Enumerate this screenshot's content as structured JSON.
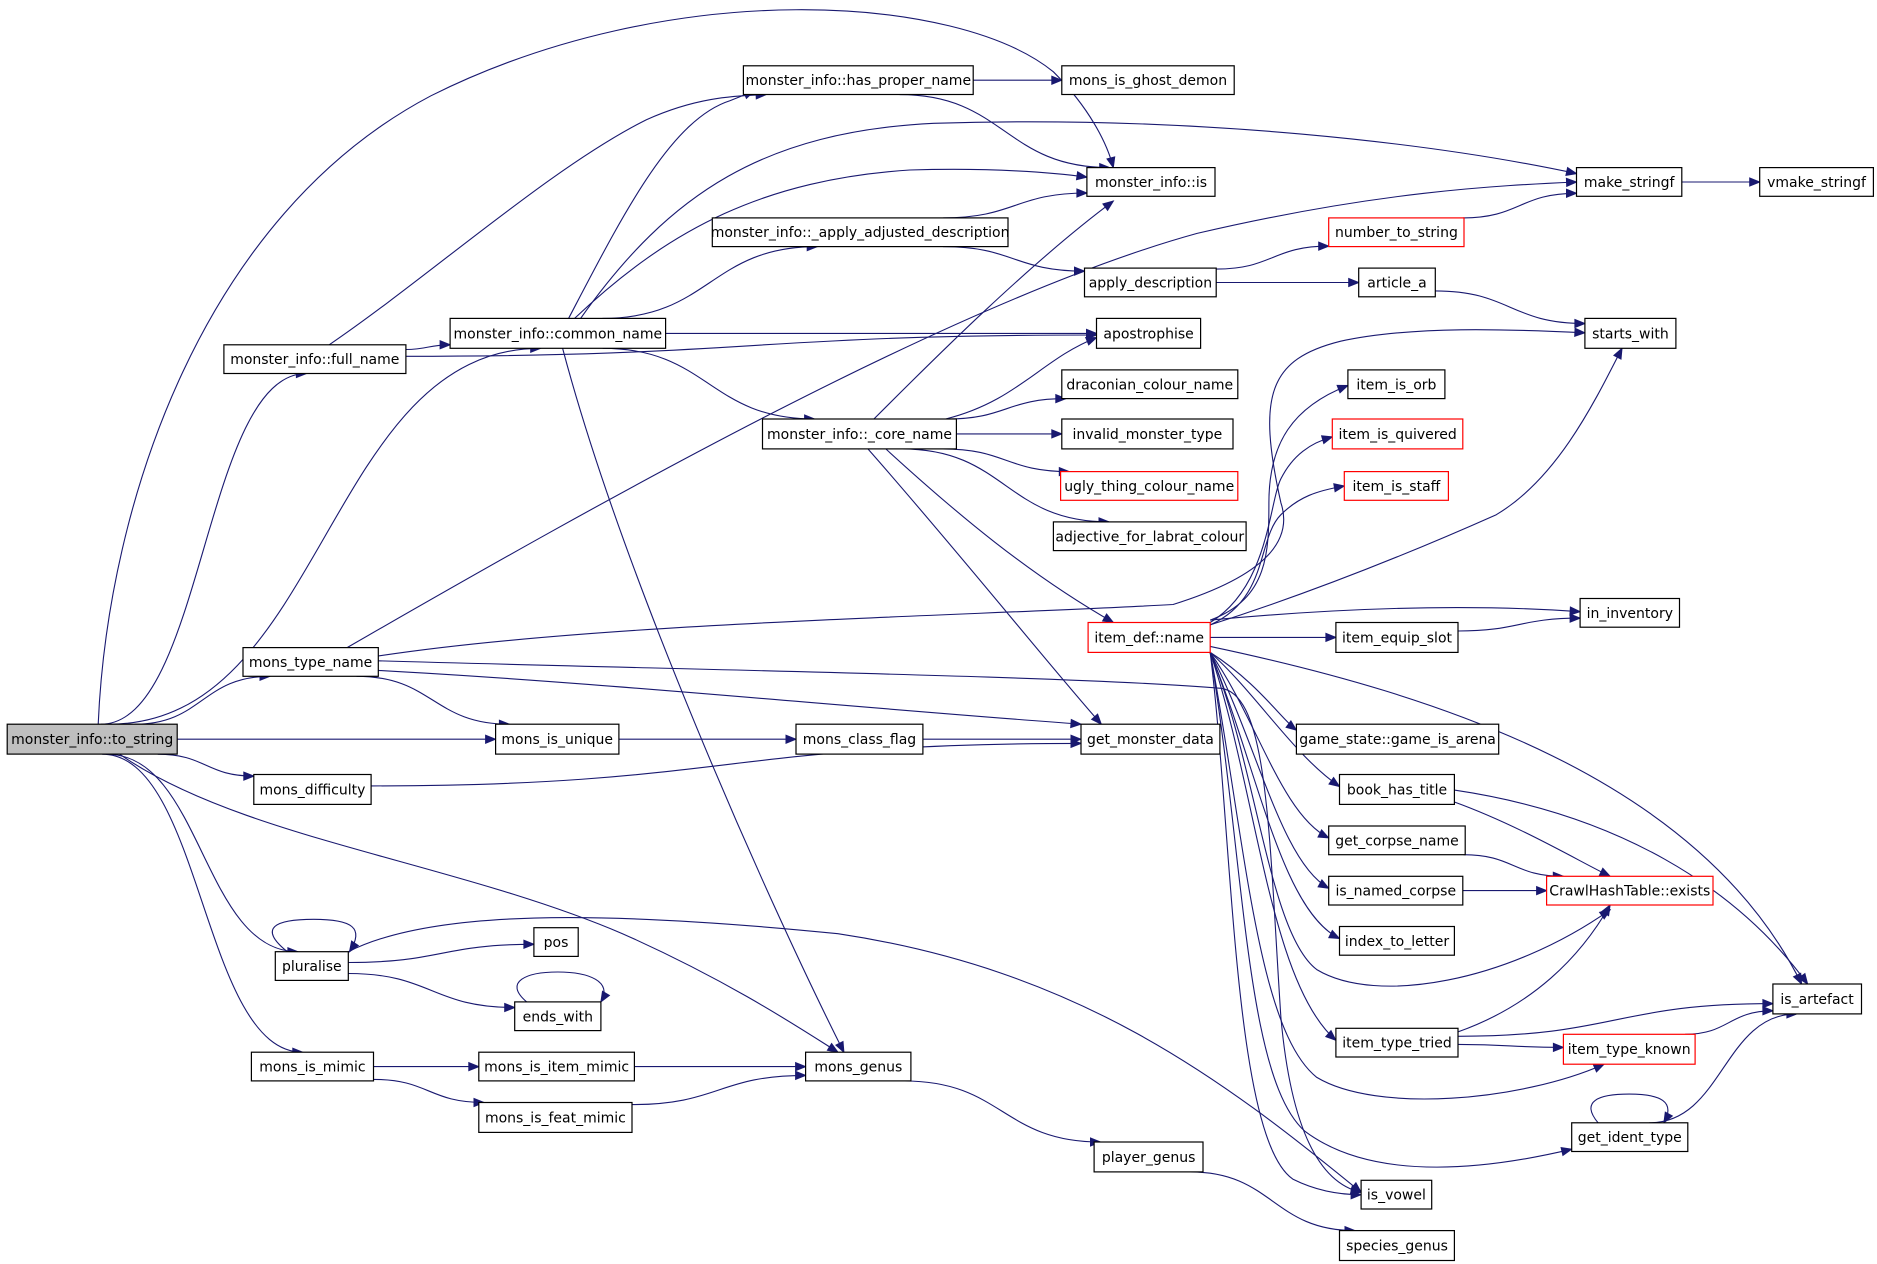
{
  "colors": {
    "edge": "#191970",
    "box_border": "#000000",
    "linked_border": "#ff0000",
    "root_fill": "#bfbfbf",
    "box_fill": "#ffffff",
    "text": "#000000"
  },
  "nodes": {
    "to_string": {
      "label": "monster_info::to_string",
      "style": "root"
    },
    "full_name": {
      "label": "monster_info::full_name",
      "style": "plain"
    },
    "common_name": {
      "label": "monster_info::common_name",
      "style": "plain"
    },
    "has_proper_name": {
      "label": "monster_info::has_proper_name",
      "style": "plain"
    },
    "ghost_demon": {
      "label": "mons_is_ghost_demon",
      "style": "plain"
    },
    "mi_is": {
      "label": "monster_info::is",
      "style": "plain"
    },
    "apply_adj": {
      "label": "monster_info::_apply_adjusted_description",
      "style": "plain"
    },
    "apply_desc": {
      "label": "apply_description",
      "style": "plain"
    },
    "number_to_string": {
      "label": "number_to_string",
      "style": "red"
    },
    "make_stringf": {
      "label": "make_stringf",
      "style": "plain"
    },
    "vmake_stringf": {
      "label": "vmake_stringf",
      "style": "plain"
    },
    "article_a": {
      "label": "article_a",
      "style": "plain"
    },
    "starts_with": {
      "label": "starts_with",
      "style": "plain"
    },
    "apostrophise": {
      "label": "apostrophise",
      "style": "plain"
    },
    "core_name": {
      "label": "monster_info::_core_name",
      "style": "plain"
    },
    "draconian": {
      "label": "draconian_colour_name",
      "style": "plain"
    },
    "invalid_type": {
      "label": "invalid_monster_type",
      "style": "plain"
    },
    "ugly_thing": {
      "label": "ugly_thing_colour_name",
      "style": "red"
    },
    "labrat": {
      "label": "adjective_for_labrat_colour",
      "style": "plain"
    },
    "item_name": {
      "label": "item_def::name",
      "style": "red"
    },
    "item_is_orb": {
      "label": "item_is_orb",
      "style": "plain"
    },
    "item_is_quivered": {
      "label": "item_is_quivered",
      "style": "red"
    },
    "item_is_staff": {
      "label": "item_is_staff",
      "style": "red"
    },
    "in_inventory": {
      "label": "in_inventory",
      "style": "plain"
    },
    "item_equip_slot": {
      "label": "item_equip_slot",
      "style": "plain"
    },
    "game_is_arena": {
      "label": "game_state::game_is_arena",
      "style": "plain"
    },
    "book_has_title": {
      "label": "book_has_title",
      "style": "plain"
    },
    "get_corpse_name": {
      "label": "get_corpse_name",
      "style": "plain"
    },
    "is_named_corpse": {
      "label": "is_named_corpse",
      "style": "plain"
    },
    "hash_exists": {
      "label": "CrawlHashTable::exists",
      "style": "red"
    },
    "index_to_letter": {
      "label": "index_to_letter",
      "style": "plain"
    },
    "is_artefact": {
      "label": "is_artefact",
      "style": "plain"
    },
    "item_type_tried": {
      "label": "item_type_tried",
      "style": "plain"
    },
    "item_type_known": {
      "label": "item_type_known",
      "style": "red"
    },
    "get_ident_type": {
      "label": "get_ident_type",
      "style": "plain"
    },
    "is_vowel": {
      "label": "is_vowel",
      "style": "plain"
    },
    "species_genus": {
      "label": "species_genus",
      "style": "plain"
    },
    "player_genus": {
      "label": "player_genus",
      "style": "plain"
    },
    "mons_type_name": {
      "label": "mons_type_name",
      "style": "plain"
    },
    "mons_is_unique": {
      "label": "mons_is_unique",
      "style": "plain"
    },
    "mons_class_flag": {
      "label": "mons_class_flag",
      "style": "plain"
    },
    "get_monster_data": {
      "label": "get_monster_data",
      "style": "plain"
    },
    "mons_difficulty": {
      "label": "mons_difficulty",
      "style": "plain"
    },
    "pluralise": {
      "label": "pluralise",
      "style": "plain"
    },
    "pos": {
      "label": "pos",
      "style": "plain"
    },
    "ends_with": {
      "label": "ends_with",
      "style": "plain"
    },
    "mons_is_mimic": {
      "label": "mons_is_mimic",
      "style": "plain"
    },
    "mons_is_item_mimic": {
      "label": "mons_is_item_mimic",
      "style": "plain"
    },
    "mons_is_feat_mimic": {
      "label": "mons_is_feat_mimic",
      "style": "plain"
    },
    "mons_genus": {
      "label": "mons_genus",
      "style": "plain"
    }
  },
  "edges": [
    [
      "to_string",
      "full_name"
    ],
    [
      "to_string",
      "common_name"
    ],
    [
      "to_string",
      "mi_is"
    ],
    [
      "to_string",
      "mons_type_name"
    ],
    [
      "to_string",
      "mons_is_unique"
    ],
    [
      "to_string",
      "mons_difficulty"
    ],
    [
      "to_string",
      "pluralise"
    ],
    [
      "to_string",
      "mons_is_mimic"
    ],
    [
      "to_string",
      "mons_genus"
    ],
    [
      "full_name",
      "has_proper_name"
    ],
    [
      "full_name",
      "common_name"
    ],
    [
      "full_name",
      "apostrophise"
    ],
    [
      "common_name",
      "has_proper_name"
    ],
    [
      "common_name",
      "mi_is"
    ],
    [
      "common_name",
      "apply_adj"
    ],
    [
      "common_name",
      "make_stringf"
    ],
    [
      "common_name",
      "apostrophise"
    ],
    [
      "common_name",
      "core_name"
    ],
    [
      "common_name",
      "mons_genus"
    ],
    [
      "has_proper_name",
      "ghost_demon"
    ],
    [
      "has_proper_name",
      "mi_is"
    ],
    [
      "apply_adj",
      "mi_is"
    ],
    [
      "apply_adj",
      "apply_desc"
    ],
    [
      "apply_desc",
      "number_to_string"
    ],
    [
      "apply_desc",
      "article_a"
    ],
    [
      "number_to_string",
      "make_stringf"
    ],
    [
      "make_stringf",
      "vmake_stringf"
    ],
    [
      "article_a",
      "starts_with"
    ],
    [
      "core_name",
      "mi_is"
    ],
    [
      "core_name",
      "apostrophise"
    ],
    [
      "core_name",
      "draconian"
    ],
    [
      "core_name",
      "invalid_type"
    ],
    [
      "core_name",
      "ugly_thing"
    ],
    [
      "core_name",
      "labrat"
    ],
    [
      "core_name",
      "item_name"
    ],
    [
      "core_name",
      "get_monster_data"
    ],
    [
      "mons_type_name",
      "make_stringf"
    ],
    [
      "mons_type_name",
      "starts_with"
    ],
    [
      "mons_type_name",
      "mons_is_unique"
    ],
    [
      "mons_type_name",
      "get_monster_data"
    ],
    [
      "mons_type_name",
      "is_vowel"
    ],
    [
      "mons_is_unique",
      "mons_class_flag"
    ],
    [
      "mons_class_flag",
      "get_monster_data"
    ],
    [
      "mons_difficulty",
      "get_monster_data"
    ],
    [
      "item_name",
      "starts_with"
    ],
    [
      "item_name",
      "item_is_orb"
    ],
    [
      "item_name",
      "item_is_quivered"
    ],
    [
      "item_name",
      "item_is_staff"
    ],
    [
      "item_name",
      "in_inventory"
    ],
    [
      "item_name",
      "item_equip_slot"
    ],
    [
      "item_name",
      "game_is_arena"
    ],
    [
      "item_name",
      "book_has_title"
    ],
    [
      "item_name",
      "get_corpse_name"
    ],
    [
      "item_name",
      "is_named_corpse"
    ],
    [
      "item_name",
      "index_to_letter"
    ],
    [
      "item_name",
      "hash_exists"
    ],
    [
      "item_name",
      "item_type_tried"
    ],
    [
      "item_name",
      "item_type_known"
    ],
    [
      "item_name",
      "get_ident_type"
    ],
    [
      "item_name",
      "is_artefact"
    ],
    [
      "item_name",
      "is_vowel"
    ],
    [
      "item_equip_slot",
      "in_inventory"
    ],
    [
      "book_has_title",
      "hash_exists"
    ],
    [
      "book_has_title",
      "is_artefact"
    ],
    [
      "get_corpse_name",
      "hash_exists"
    ],
    [
      "is_named_corpse",
      "hash_exists"
    ],
    [
      "item_type_tried",
      "hash_exists"
    ],
    [
      "item_type_tried",
      "item_type_known"
    ],
    [
      "item_type_tried",
      "is_artefact"
    ],
    [
      "item_type_known",
      "is_artefact"
    ],
    [
      "get_ident_type",
      "is_artefact"
    ],
    [
      "get_ident_type",
      "get_ident_type"
    ],
    [
      "pluralise",
      "pluralise"
    ],
    [
      "pluralise",
      "pos"
    ],
    [
      "pluralise",
      "ends_with"
    ],
    [
      "pluralise",
      "is_vowel"
    ],
    [
      "ends_with",
      "ends_with"
    ],
    [
      "mons_is_mimic",
      "mons_is_item_mimic"
    ],
    [
      "mons_is_mimic",
      "mons_is_feat_mimic"
    ],
    [
      "mons_is_item_mimic",
      "mons_genus"
    ],
    [
      "mons_is_feat_mimic",
      "mons_genus"
    ],
    [
      "mons_genus",
      "player_genus"
    ],
    [
      "player_genus",
      "species_genus"
    ]
  ]
}
